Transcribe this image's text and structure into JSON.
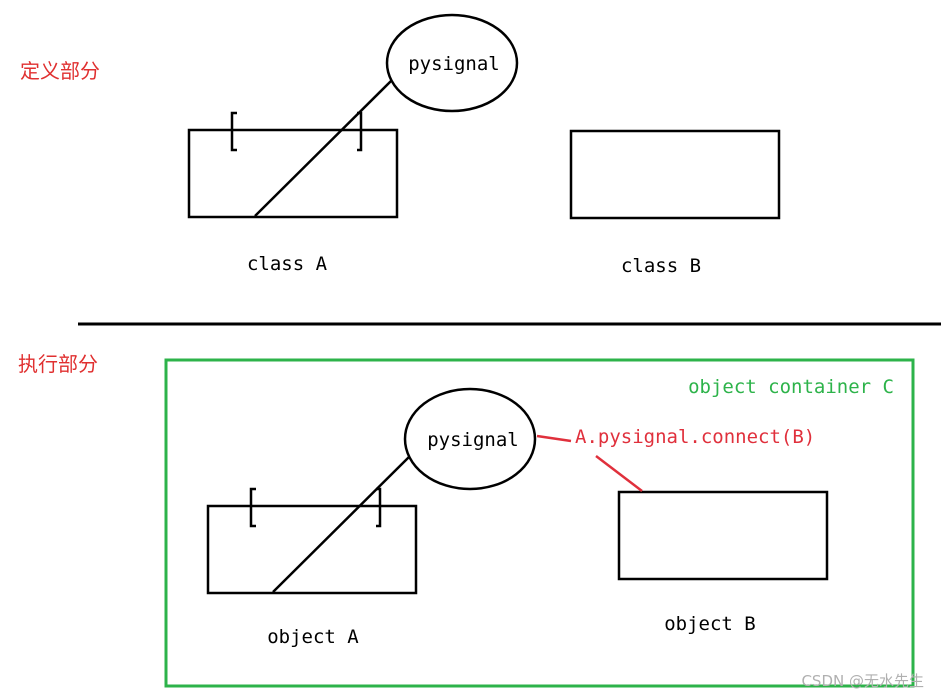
{
  "sections": {
    "definition_label": "定义部分",
    "execution_label": "执行部分"
  },
  "definition": {
    "class_a": {
      "label": "class A",
      "signal": "pysignal"
    },
    "class_b": {
      "label": "class B"
    }
  },
  "execution": {
    "container_label": "object container C",
    "object_a": {
      "label": "object A",
      "signal": "pysignal"
    },
    "object_b": {
      "label": "object B"
    },
    "connect_call": "A.pysignal.connect(B)"
  },
  "watermark": "CSDN @无水先生",
  "colors": {
    "section_label": "#e03030",
    "container": "#2db34a",
    "connect": "#e0303c",
    "stroke": "#000000",
    "watermark": "#b0b0b0"
  }
}
